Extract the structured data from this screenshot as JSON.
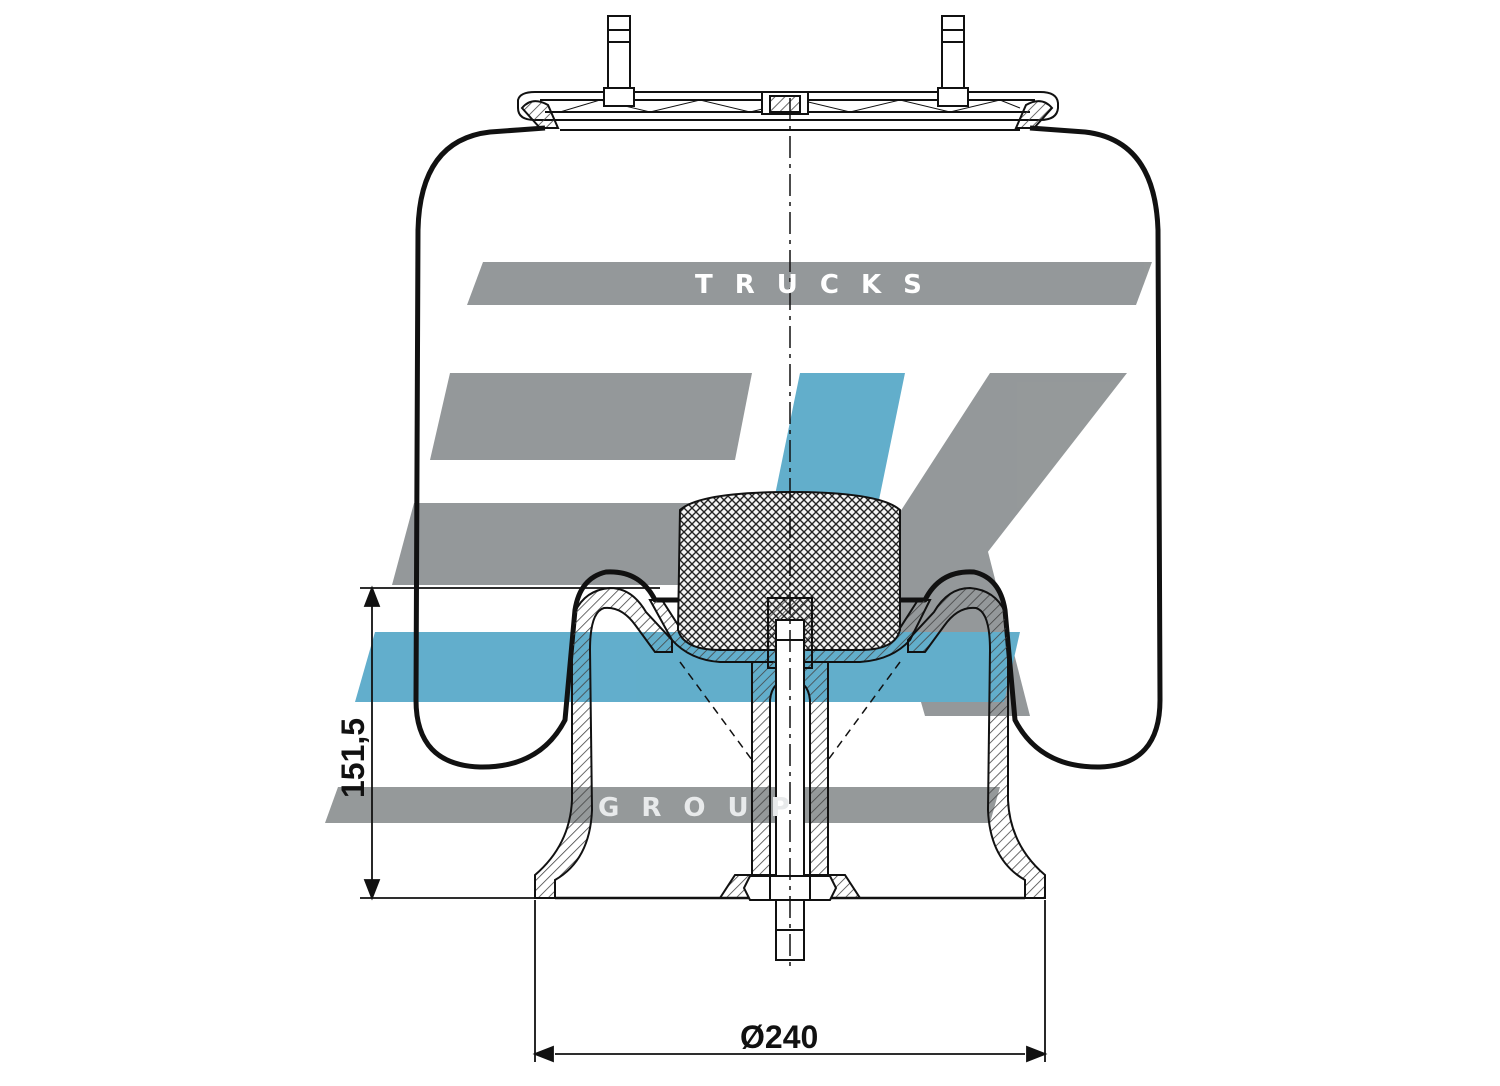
{
  "watermark": {
    "top_text": "TRUCKS",
    "bottom_text": "GROUP",
    "colors": {
      "gray": "#8f9395",
      "blue": "#5aaac9"
    }
  },
  "dimensions": {
    "height_label": "151,5",
    "diameter_label": "Ø240"
  },
  "colors": {
    "line": "#111111",
    "hatch": "#444444"
  }
}
